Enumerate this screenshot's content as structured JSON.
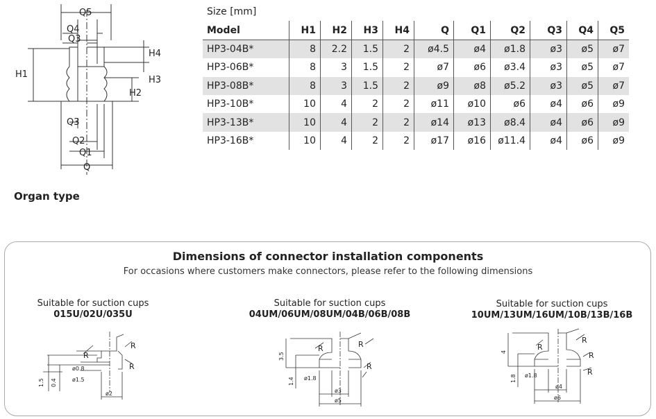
{
  "drawing": {
    "labels": {
      "q5": "Q5",
      "q4": "Q4",
      "q3_top": "Q3",
      "h4": "H4",
      "h1": "H1",
      "h3": "H3",
      "h2": "H2",
      "q3_bottom": "Q3",
      "q2": "Q2",
      "q1": "Q1",
      "q": "Q"
    }
  },
  "organ_type_label": "Organ type",
  "spec_table": {
    "size_label": "Size [mm]",
    "model_header": "Model",
    "columns": [
      "H1",
      "H2",
      "H3",
      "H4",
      "Q",
      "Q1",
      "Q2",
      "Q3",
      "Q4",
      "Q5"
    ],
    "rows": [
      {
        "model": "HP3-04B*",
        "cells": [
          "8",
          "2.2",
          "1.5",
          "2",
          "ø4.5",
          "ø4",
          "ø1.8",
          "ø3",
          "ø5",
          "ø7"
        ]
      },
      {
        "model": "HP3-06B*",
        "cells": [
          "8",
          "3",
          "1.5",
          "2",
          "ø7",
          "ø6",
          "ø3.4",
          "ø3",
          "ø5",
          "ø7"
        ]
      },
      {
        "model": "HP3-08B*",
        "cells": [
          "8",
          "3",
          "1.5",
          "2",
          "ø9",
          "ø8",
          "ø5.2",
          "ø3",
          "ø5",
          "ø7"
        ]
      },
      {
        "model": "HP3-10B*",
        "cells": [
          "10",
          "4",
          "2",
          "2",
          "ø11",
          "ø10",
          "ø6",
          "ø4",
          "ø6",
          "ø9"
        ]
      },
      {
        "model": "HP3-13B*",
        "cells": [
          "10",
          "4",
          "2",
          "2",
          "ø14",
          "ø13",
          "ø8.4",
          "ø4",
          "ø6",
          "ø9"
        ]
      },
      {
        "model": "HP3-16B*",
        "cells": [
          "10",
          "4",
          "2",
          "2",
          "ø17",
          "ø16",
          "ø11.4",
          "ø4",
          "ø6",
          "ø9"
        ]
      }
    ]
  },
  "connector_section": {
    "title": "Dimensions of connector installation components",
    "subtitle": "For occasions where customers make connectors, please refer to the following dimensions",
    "groups": [
      {
        "caption": "Suitable for suction cups",
        "models": "015U/02U/035U",
        "dims": {
          "r1": "R",
          "r2": "R",
          "r3": "R",
          "d_a": "ø0.8",
          "d_b": "ø1.5",
          "v1": "1.5",
          "v2": "0.4",
          "d_c": "ø2"
        }
      },
      {
        "caption": "Suitable for suction cups",
        "models": "04UM/06UM/08UM/04B/06B/08B",
        "dims": {
          "r1": "R",
          "r2": "R",
          "r3": "R",
          "v1": "3.5",
          "v2": "1.4",
          "d_a": "ø1.8",
          "d_b": "ø3",
          "d_c": "ø5"
        }
      },
      {
        "caption": "Suitable for suction cups",
        "models": "10UM/13UM/16UM/10B/13B/16B",
        "dims": {
          "r1": "R",
          "r2": "R",
          "r3": "R",
          "r4": "R",
          "v1": "4",
          "v2": "1.8",
          "d_a": "ø1.8",
          "d_b": "ø4",
          "d_c": "ø6"
        }
      }
    ]
  }
}
